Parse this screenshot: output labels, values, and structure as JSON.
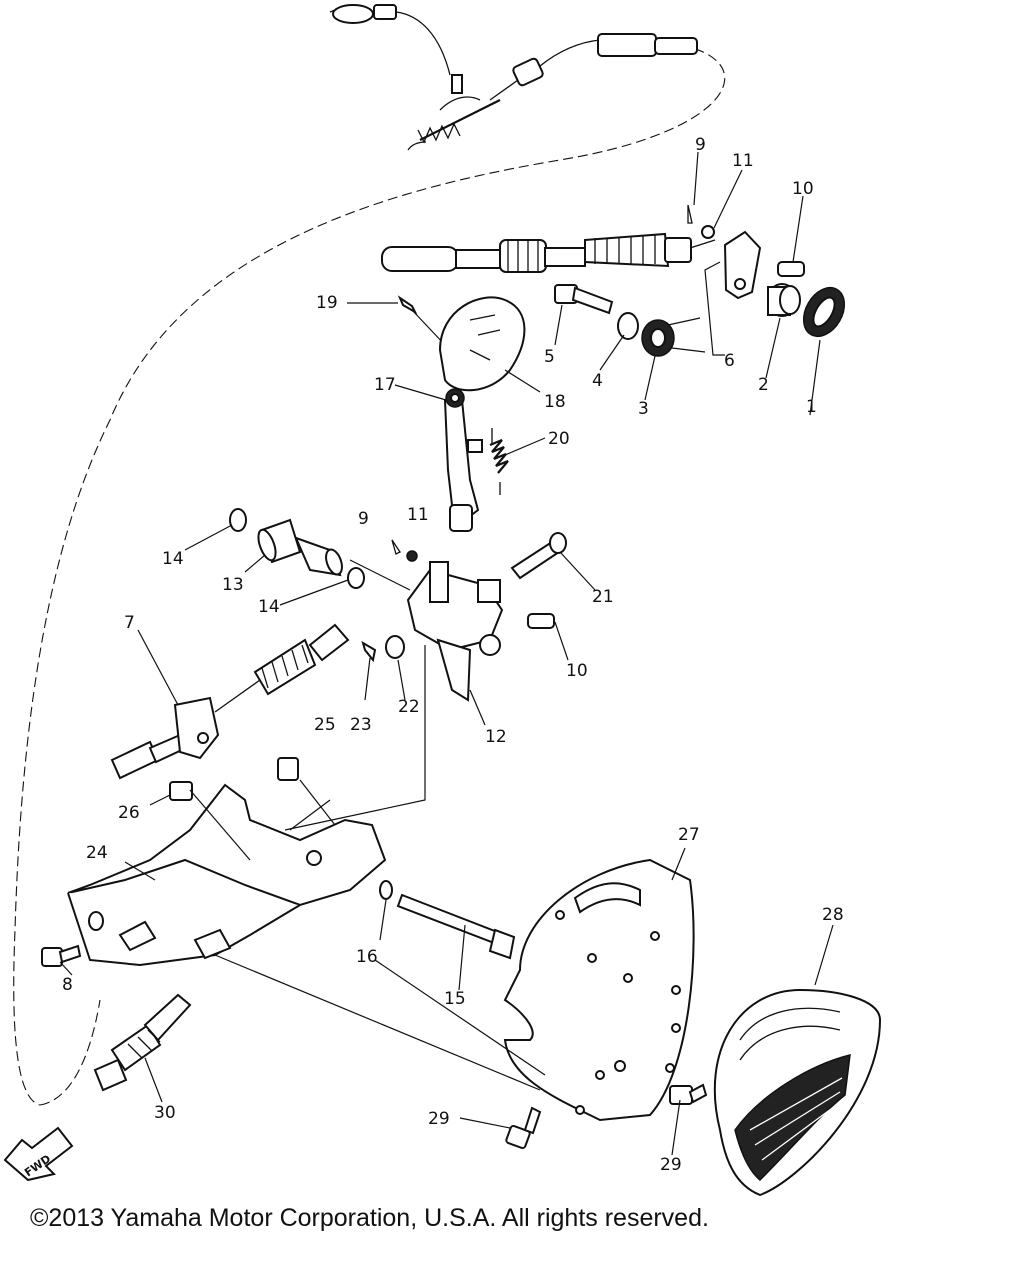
{
  "labels": {
    "p1": "1",
    "p2": "2",
    "p3": "3",
    "p4": "4",
    "p5": "5",
    "p6": "6",
    "p7": "7",
    "p8": "8",
    "p9a": "9",
    "p9b": "9",
    "p10a": "10",
    "p10b": "10",
    "p11a": "11",
    "p11b": "11",
    "p12": "12",
    "p13": "13",
    "p14a": "14",
    "p14b": "14",
    "p15": "15",
    "p16": "16",
    "p17": "17",
    "p18": "18",
    "p19": "19",
    "p20": "20",
    "p21": "21",
    "p22": "22",
    "p23": "23",
    "p24": "24",
    "p25": "25",
    "p26": "26",
    "p27": "27",
    "p28": "28",
    "p29a": "29",
    "p29b": "29",
    "p30": "30"
  },
  "fwd_badge": "FWD",
  "copyright": "©2013 Yamaha Motor Corporation, U.S.A. All rights reserved."
}
